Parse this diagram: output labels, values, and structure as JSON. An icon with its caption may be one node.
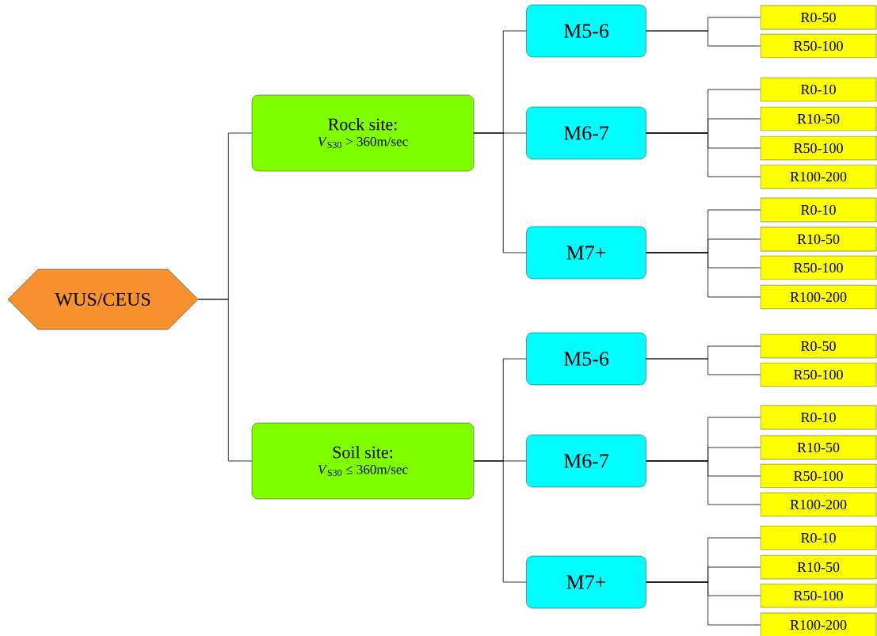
{
  "diagram": {
    "nodes": [
      {
        "text": [
          "WUS/CEUS"
        ]
      },
      {
        "text": [
          "Rock site:",
          "*V*$_{S30}$ > 360m/sec"
        ]
      },
      {
        "text": [
          "M5-6"
        ]
      },
      {
        "text": [
          "R0-50"
        ]
      },
      {
        "text": [
          "R50-100"
        ]
      },
      {
        "text": [
          "M6-7"
        ]
      },
      {
        "text": [
          "R0-10"
        ]
      },
      {
        "text": [
          "R10-50"
        ]
      },
      {
        "text": [
          "R50-100"
        ]
      },
      {
        "text": [
          "R100-200"
        ]
      },
      {
        "text": [
          "M7+"
        ]
      },
      {
        "text": [
          "R0-10"
        ]
      },
      {
        "text": [
          "R10-50"
        ]
      },
      {
        "text": [
          "R50-100"
        ]
      },
      {
        "text": [
          "R100-200"
        ]
      },
      {
        "text": [
          "Soil site:",
          "*V*$_{S30}$ ≤ 360m/sec"
        ]
      },
      {
        "text": [
          "M5-6"
        ]
      },
      {
        "text": [
          "R0-50"
        ]
      },
      {
        "text": [
          "R50-100"
        ]
      },
      {
        "text": [
          "M6-7"
        ]
      },
      {
        "text": [
          "R0-10"
        ]
      },
      {
        "text": [
          "R10-50"
        ]
      },
      {
        "text": [
          "R50-100"
        ]
      },
      {
        "text": [
          "R100-200"
        ]
      },
      {
        "text": [
          "M7+"
        ]
      },
      {
        "text": [
          "R0-10"
        ]
      },
      {
        "text": [
          "R10-50"
        ]
      },
      {
        "text": [
          "R50-100"
        ]
      },
      {
        "text": [
          "R100-200"
        ]
      }
    ],
    "edges": [
      {
        "from": 0,
        "to": 1,
        "arrow": "none"
      },
      {
        "from": 0,
        "to": 15,
        "arrow": "none"
      },
      {
        "from": 1,
        "to": 2,
        "arrow": "none"
      },
      {
        "from": 1,
        "to": 5,
        "arrow": "none"
      },
      {
        "from": 1,
        "to": 10,
        "arrow": "none"
      },
      {
        "from": 2,
        "to": 3,
        "arrow": "none"
      },
      {
        "from": 2,
        "to": 4,
        "arrow": "none"
      },
      {
        "from": 5,
        "to": 6,
        "arrow": "none"
      },
      {
        "from": 5,
        "to": 7,
        "arrow": "none"
      },
      {
        "from": 5,
        "to": 8,
        "arrow": "none"
      },
      {
        "from": 5,
        "to": 9,
        "arrow": "none"
      },
      {
        "from": 10,
        "to": 11,
        "arrow": "none"
      },
      {
        "from": 10,
        "to": 12,
        "arrow": "none"
      },
      {
        "from": 10,
        "to": 13,
        "arrow": "none"
      },
      {
        "from": 10,
        "to": 14,
        "arrow": "none"
      },
      {
        "from": 15,
        "to": 16,
        "arrow": "none"
      },
      {
        "from": 15,
        "to": 19,
        "arrow": "none"
      },
      {
        "from": 15,
        "to": 24,
        "arrow": "none"
      },
      {
        "from": 16,
        "to": 17,
        "arrow": "none"
      },
      {
        "from": 16,
        "to": 18,
        "arrow": "none"
      },
      {
        "from": 19,
        "to": 20,
        "arrow": "none"
      },
      {
        "from": 19,
        "to": 21,
        "arrow": "none"
      },
      {
        "from": 19,
        "to": 22,
        "arrow": "none"
      },
      {
        "from": 19,
        "to": 23,
        "arrow": "none"
      },
      {
        "from": 24,
        "to": 25,
        "arrow": "none"
      },
      {
        "from": 24,
        "to": 26,
        "arrow": "none"
      },
      {
        "from": 24,
        "to": 27,
        "arrow": "none"
      },
      {
        "from": 24,
        "to": 28,
        "arrow": "none"
      }
    ]
  }
}
